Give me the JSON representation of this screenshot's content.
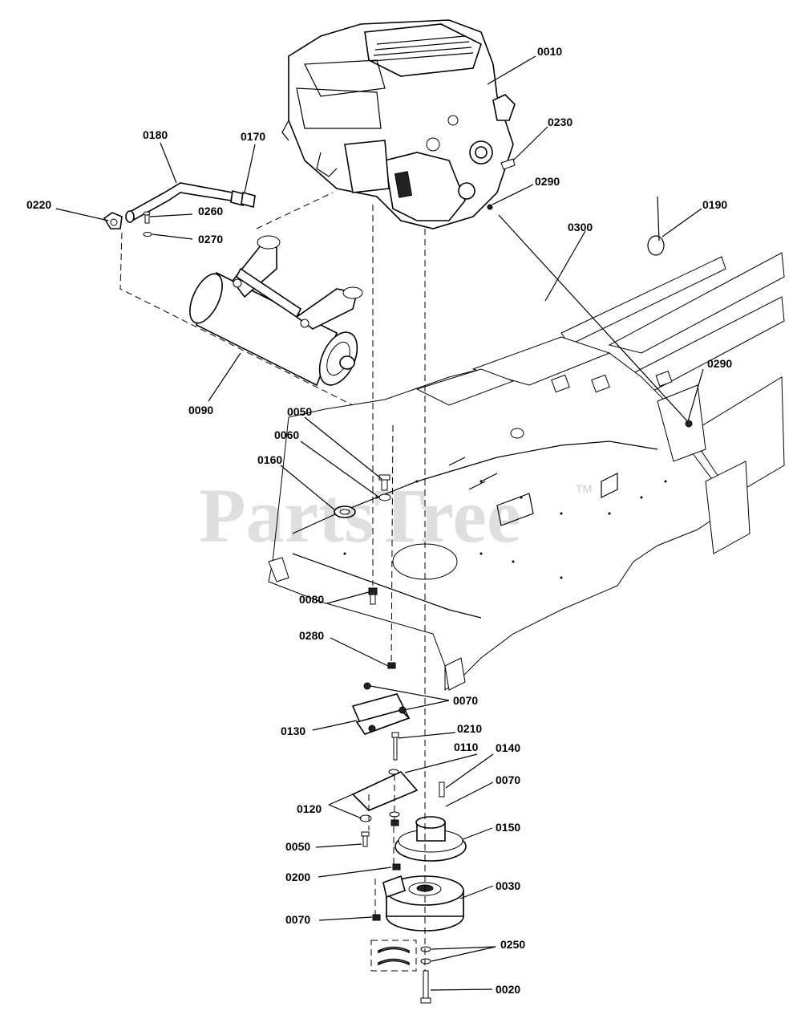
{
  "watermark": {
    "brand": "PartsTree",
    "trademark": "TM"
  },
  "callouts": [
    {
      "id": "c0010",
      "text": "0010"
    },
    {
      "id": "c0230",
      "text": "0230"
    },
    {
      "id": "c0180",
      "text": "0180"
    },
    {
      "id": "c0170",
      "text": "0170"
    },
    {
      "id": "c0290a",
      "text": "0290"
    },
    {
      "id": "c0220",
      "text": "0220"
    },
    {
      "id": "c0260",
      "text": "0260"
    },
    {
      "id": "c0190",
      "text": "0190"
    },
    {
      "id": "c0270",
      "text": "0270"
    },
    {
      "id": "c0300",
      "text": "0300"
    },
    {
      "id": "c0290b",
      "text": "0290"
    },
    {
      "id": "c0090",
      "text": "0090"
    },
    {
      "id": "c0050a",
      "text": "0050"
    },
    {
      "id": "c0060",
      "text": "0060"
    },
    {
      "id": "c0160",
      "text": "0160"
    },
    {
      "id": "c0080",
      "text": "0080"
    },
    {
      "id": "c0280",
      "text": "0280"
    },
    {
      "id": "c0070a",
      "text": "0070"
    },
    {
      "id": "c0130",
      "text": "0130"
    },
    {
      "id": "c0210",
      "text": "0210"
    },
    {
      "id": "c0110",
      "text": "0110"
    },
    {
      "id": "c0140",
      "text": "0140"
    },
    {
      "id": "c0070b",
      "text": "0070"
    },
    {
      "id": "c0120",
      "text": "0120"
    },
    {
      "id": "c0150",
      "text": "0150"
    },
    {
      "id": "c0050b",
      "text": "0050"
    },
    {
      "id": "c0200",
      "text": "0200"
    },
    {
      "id": "c0030",
      "text": "0030"
    },
    {
      "id": "c0070c",
      "text": "0070"
    },
    {
      "id": "c0250",
      "text": "0250"
    },
    {
      "id": "c0020",
      "text": "0020"
    }
  ]
}
